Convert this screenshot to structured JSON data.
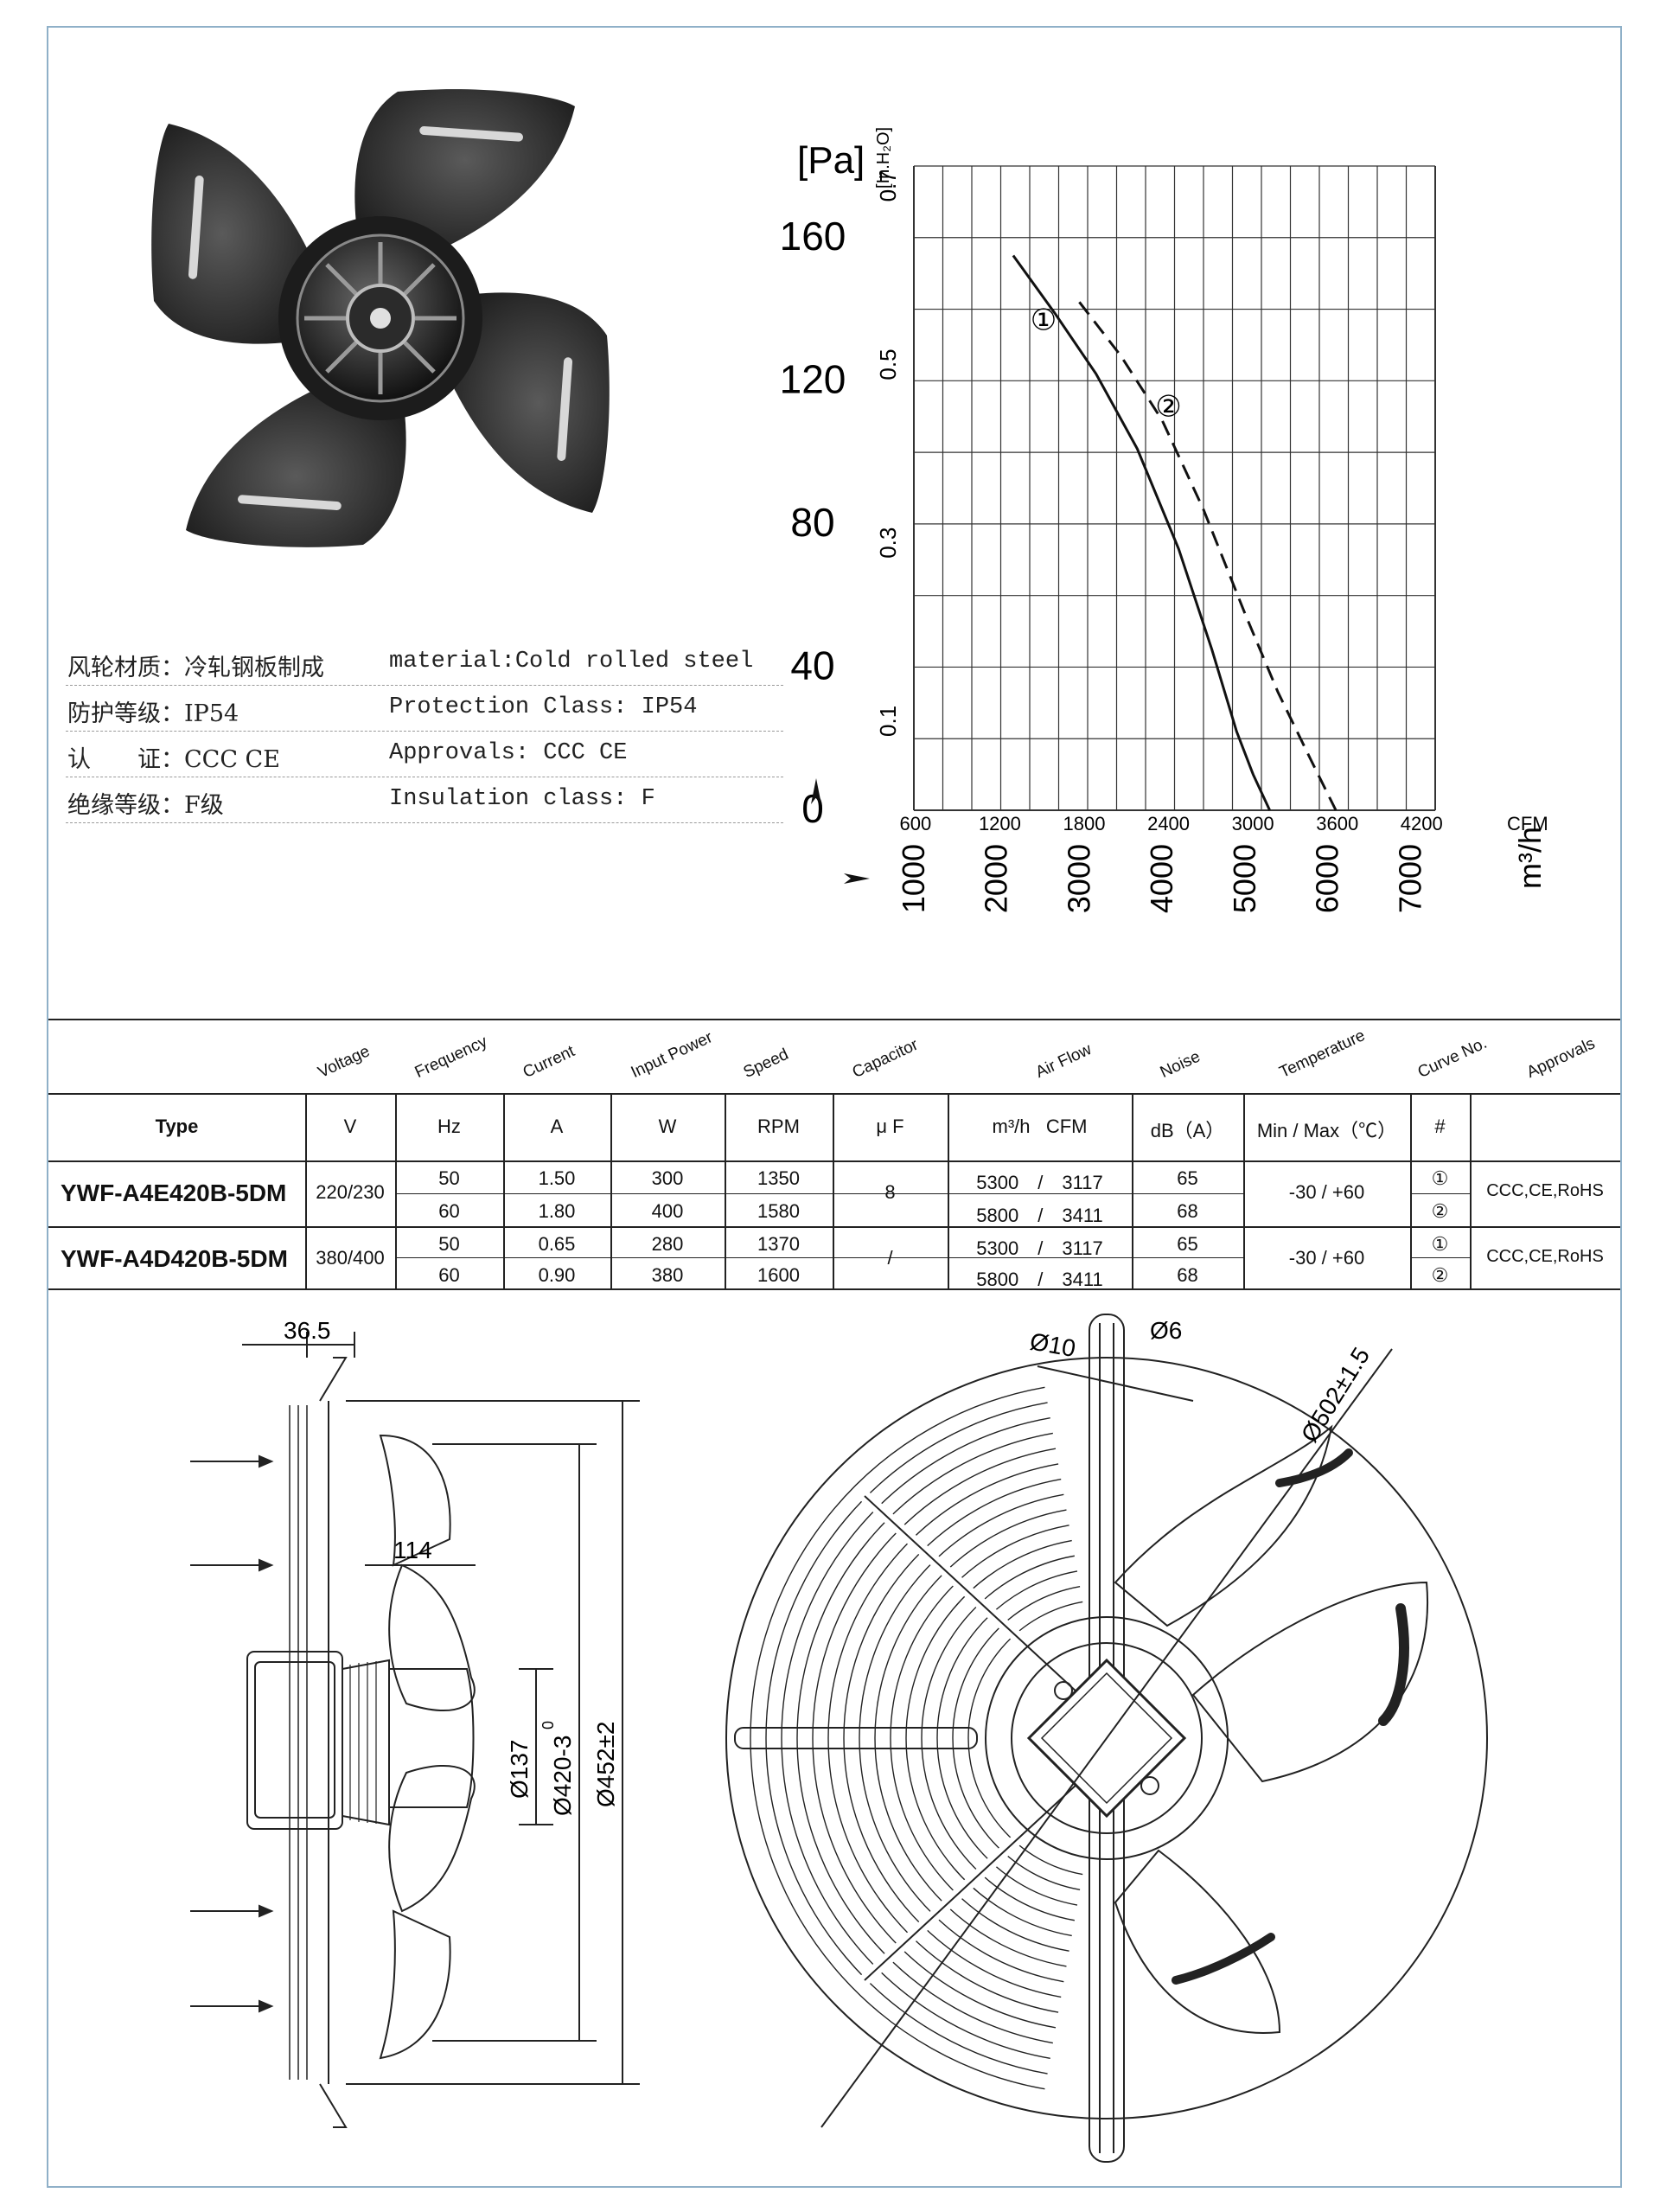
{
  "specs": [
    {
      "zh": "风轮材质：冷轧钢板制成",
      "en": "material:Cold rolled steel"
    },
    {
      "zh": "防护等级：IP54",
      "en": "Protection Class: IP54"
    },
    {
      "zh": "认　　证：CCC CE",
      "en": "Approvals: CCC  CE"
    },
    {
      "zh": "绝缘等级：F级",
      "en": "Insulation class: F"
    }
  ],
  "chart_data": {
    "type": "line",
    "ylabel_pa": "[Pa]",
    "ylabel_inh2o": "[In.H₂O]",
    "y_ticks_pa": [
      "0",
      "40",
      "80",
      "120",
      "160"
    ],
    "y_ticks_inh2o": [
      "0.1",
      "0.3",
      "0.5",
      "0.7"
    ],
    "x_ticks_cfm": [
      "600",
      "1200",
      "1800",
      "2400",
      "3000",
      "3600",
      "4200"
    ],
    "x_unit_cfm": "CFM",
    "x_ticks_m3h": [
      "1000",
      "2000",
      "3000",
      "4000",
      "5000",
      "6000",
      "7000"
    ],
    "x_unit_m3h": "m³/h",
    "xlim_m3h": [
      1000,
      7300
    ],
    "ylim_pa": [
      0,
      180
    ],
    "grid": true,
    "series": [
      {
        "name": "①",
        "style": "solid",
        "x": [
          2200,
          2700,
          3200,
          3700,
          4200,
          4600,
          4900,
          5100,
          5300
        ],
        "y": [
          155,
          139,
          122,
          101,
          73,
          45,
          22,
          10,
          0
        ]
      },
      {
        "name": "②",
        "style": "dashed",
        "x": [
          3000,
          3500,
          4000,
          4500,
          5000,
          5400,
          5800,
          6100
        ],
        "y": [
          142,
          127,
          109,
          84,
          55,
          33,
          14,
          0
        ]
      }
    ]
  },
  "table": {
    "headers": [
      "Voltage",
      "Frequency",
      "Current",
      "Input Power",
      "Speed",
      "Capacitor",
      "Air Flow",
      "Noise",
      "Temperature",
      "Curve No.",
      "Approvals"
    ],
    "units": {
      "type": "Type",
      "v": "V",
      "hz": "Hz",
      "a": "A",
      "w": "W",
      "rpm": "RPM",
      "uf": "μ F",
      "flow": "m³/h   CFM",
      "noise": "dB（A）",
      "temp": "Min / Max（℃）",
      "curve": "#"
    },
    "models": [
      {
        "type": "YWF-A4E420B-5DM",
        "voltage": "220/230",
        "capacitor": "8",
        "temperature": "-30 / +60",
        "approvals": "CCC,CE,RoHS",
        "rows": [
          {
            "hz": "50",
            "a": "1.50",
            "w": "300",
            "rpm": "1350",
            "m3h": "5300",
            "cfm": "3117",
            "db": "65",
            "curve": "①"
          },
          {
            "hz": "60",
            "a": "1.80",
            "w": "400",
            "rpm": "1580",
            "m3h": "5800",
            "cfm": "3411",
            "db": "68",
            "curve": "②"
          }
        ]
      },
      {
        "type": "YWF-A4D420B-5DM",
        "voltage": "380/400",
        "capacitor": "/",
        "temperature": "-30 / +60",
        "approvals": "CCC,CE,RoHS",
        "rows": [
          {
            "hz": "50",
            "a": "0.65",
            "w": "280",
            "rpm": "1370",
            "m3h": "5300",
            "cfm": "3117",
            "db": "65",
            "curve": "①"
          },
          {
            "hz": "60",
            "a": "0.90",
            "w": "380",
            "rpm": "1600",
            "m3h": "5800",
            "cfm": "3411",
            "db": "68",
            "curve": "②"
          }
        ]
      }
    ]
  },
  "dimensions": {
    "side": [
      "36.5",
      "114",
      "Ø137",
      "Ø420-3",
      "0",
      "Ø452±2"
    ],
    "front": [
      "Ø10",
      "Ø6",
      "Ø502±1.5"
    ]
  },
  "colors": {
    "frame": "#8fb0c8",
    "fan": "#2a2a2a",
    "line": "#222222"
  }
}
